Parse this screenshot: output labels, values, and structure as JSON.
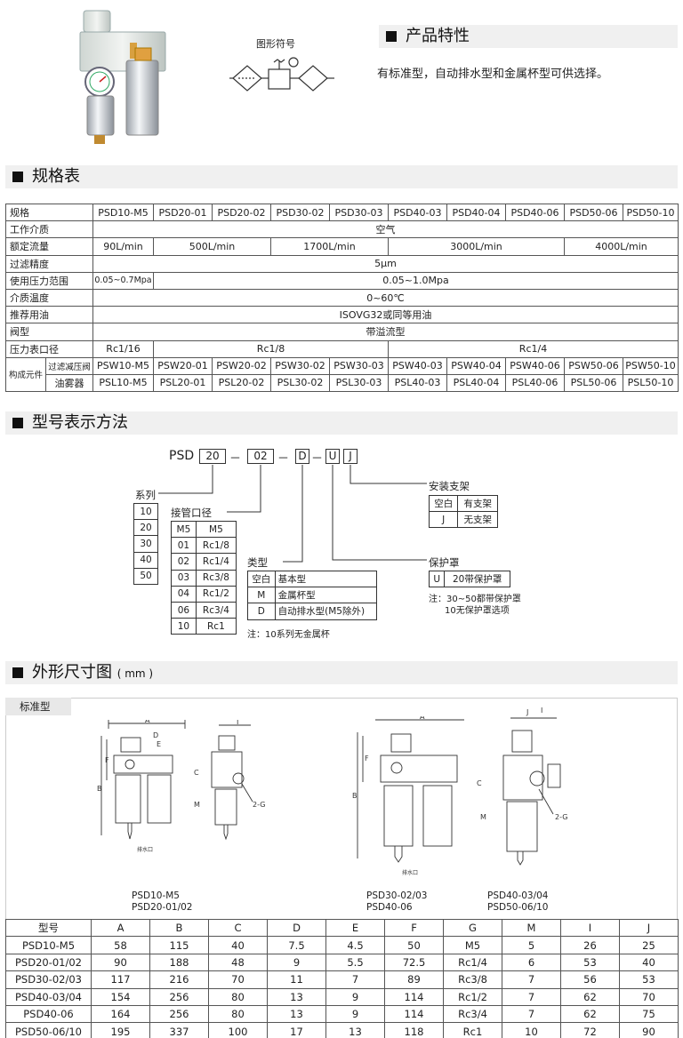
{
  "header": {
    "symbol_label": "图形符号",
    "features_title": "产品特性",
    "features_text": "有标准型，自动排水型和金属杯型可供选择。"
  },
  "sections": {
    "spec": "规格表",
    "model": "型号表示方法",
    "dims": "外形尺寸图",
    "dims_unit": "( mm )"
  },
  "spec_table": {
    "models": [
      "PSD10-M5",
      "PSD20-01",
      "PSD20-02",
      "PSD30-02",
      "PSD30-03",
      "PSD40-03",
      "PSD40-04",
      "PSD40-06",
      "PSD50-06",
      "PSD50-10"
    ],
    "row_labels": [
      "规格",
      "工作介质",
      "额定流量",
      "过滤精度",
      "使用压力范围",
      "介质温度",
      "推荐用油",
      "阀型",
      "压力表口径",
      "构成元件",
      "过滤减压阀",
      "油雾器"
    ],
    "medium": "空气",
    "flow": [
      "90L/min",
      "500L/min",
      "1700L/min",
      "3000L/min",
      "4000L/min"
    ],
    "precision": "5μm",
    "pressure": [
      "0.05~0.7Mpa",
      "0.05~1.0Mpa"
    ],
    "temp": "0~60℃",
    "oil": "ISOVG32或同等用油",
    "valve": "带溢流型",
    "gauge": [
      "Rc1/16",
      "Rc1/8",
      "Rc1/4"
    ],
    "psw": [
      "PSW10-M5",
      "PSW20-01",
      "PSW20-02",
      "PSW30-02",
      "PSW30-03",
      "PSW40-03",
      "PSW40-04",
      "PSW40-06",
      "PSW50-06",
      "PSW50-10"
    ],
    "psl": [
      "PSL10-M5",
      "PSL20-01",
      "PSL20-02",
      "PSL30-02",
      "PSL30-03",
      "PSL40-03",
      "PSL40-04",
      "PSL40-06",
      "PSL50-06",
      "PSL50-10"
    ]
  },
  "model_code": {
    "prefix": "PSD",
    "series_code": "20",
    "port_code": "02",
    "type_code": "D",
    "guard_code": "U",
    "bracket_code": "J",
    "dash": "－",
    "series_label": "系列",
    "series": [
      "10",
      "20",
      "30",
      "40",
      "50"
    ],
    "port_label": "接管口径",
    "ports": [
      [
        "M5",
        "M5"
      ],
      [
        "01",
        "Rc1/8"
      ],
      [
        "02",
        "Rc1/4"
      ],
      [
        "03",
        "Rc3/8"
      ],
      [
        "04",
        "Rc1/2"
      ],
      [
        "06",
        "Rc3/4"
      ],
      [
        "10",
        "Rc1"
      ]
    ],
    "type_label": "类型",
    "types": [
      [
        "空白",
        "基本型"
      ],
      [
        "M",
        "金属杯型"
      ],
      [
        "D",
        "自动排水型(M5除外)"
      ]
    ],
    "type_note": "注：10系列无金属杯",
    "bracket_label": "安装支架",
    "brackets": [
      [
        "空白",
        "有支架"
      ],
      [
        "J",
        "无支架"
      ]
    ],
    "guard_label": "保护罩",
    "guards": [
      [
        "U",
        "20带保护罩"
      ]
    ],
    "guard_note1": "注：30~50都带保护罩",
    "guard_note2": "10无保护罩选项"
  },
  "drawings": {
    "tab": "标准型",
    "drain": "排水口",
    "cap1a": "PSD10-M5",
    "cap1b": "PSD20-01/02",
    "cap2a": "PSD30-02/03",
    "cap2b": "PSD40-06",
    "cap3a": "PSD40-03/04",
    "cap3b": "PSD50-06/10",
    "g": "2-G",
    "letters": {
      "A": "A",
      "B": "B",
      "C": "C",
      "D": "D",
      "E": "E",
      "F": "F",
      "I": "I",
      "J": "J",
      "M": "M"
    }
  },
  "dim_table": {
    "headers": [
      "型号",
      "A",
      "B",
      "C",
      "D",
      "E",
      "F",
      "G",
      "M",
      "I",
      "J"
    ],
    "rows": [
      [
        "PSD10-M5",
        "58",
        "115",
        "40",
        "7.5",
        "4.5",
        "50",
        "M5",
        "5",
        "26",
        "25"
      ],
      [
        "PSD20-01/02",
        "90",
        "188",
        "48",
        "9",
        "5.5",
        "72.5",
        "Rc1/4",
        "6",
        "53",
        "40"
      ],
      [
        "PSD30-02/03",
        "117",
        "216",
        "70",
        "11",
        "7",
        "89",
        "Rc3/8",
        "7",
        "56",
        "53"
      ],
      [
        "PSD40-03/04",
        "154",
        "256",
        "80",
        "13",
        "9",
        "114",
        "Rc1/2",
        "7",
        "62",
        "70"
      ],
      [
        "PSD40-06",
        "164",
        "256",
        "80",
        "13",
        "9",
        "114",
        "Rc3/4",
        "7",
        "62",
        "75"
      ],
      [
        "PSD50-06/10",
        "195",
        "337",
        "100",
        "17",
        "13",
        "118",
        "Rc1",
        "10",
        "72",
        "90"
      ]
    ]
  }
}
